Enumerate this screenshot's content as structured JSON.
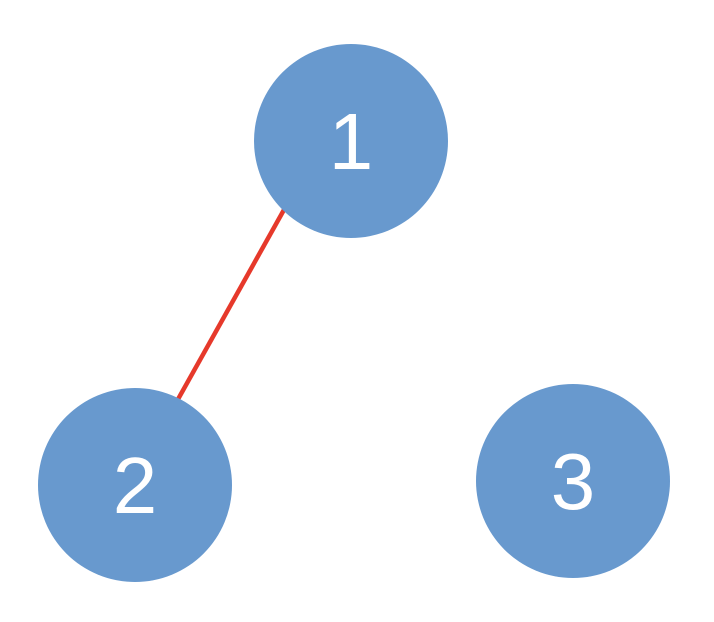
{
  "diagram": {
    "type": "node-link-graph",
    "background_color": "#ffffff",
    "node_fill_color": "#6899ce",
    "node_label_color": "#ffffff",
    "edge_color": "#e6392b",
    "nodes": [
      {
        "id": "1",
        "label": "1"
      },
      {
        "id": "2",
        "label": "2"
      },
      {
        "id": "3",
        "label": "3"
      }
    ],
    "edges": [
      {
        "from": "1",
        "to": "2"
      }
    ]
  }
}
